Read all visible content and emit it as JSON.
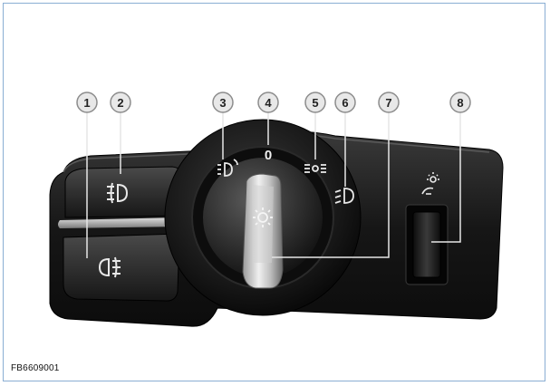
{
  "figure_id": "FB6609001",
  "callouts": [
    "1",
    "2",
    "3",
    "4",
    "5",
    "6",
    "7",
    "8"
  ],
  "dial_labels": {
    "zero": "0"
  },
  "icons": {
    "front_fog": "front-fog-light-icon",
    "rear_fog": "rear-fog-light-icon",
    "parking": "parking-light-icon",
    "side": "side-light-icon",
    "low_beam": "low-beam-icon",
    "auto": "automatic-headlight-icon",
    "dimmer": "instrument-lighting-icon"
  },
  "colors": {
    "frame": "#8aaed3",
    "callout_fill": "#e8e8e8",
    "callout_border": "#8c8c8c",
    "panel": "#1c1c1c"
  }
}
